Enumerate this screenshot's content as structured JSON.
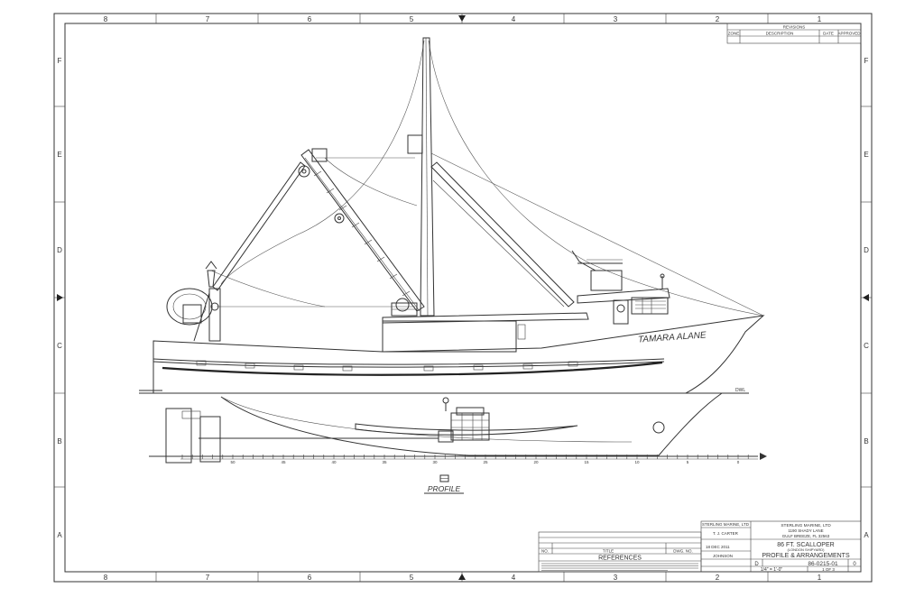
{
  "border": {
    "top_cols": [
      "8",
      "7",
      "6",
      "5",
      "4",
      "3",
      "2",
      "1"
    ],
    "bottom_cols": [
      "8",
      "7",
      "6",
      "5",
      "4",
      "3",
      "2",
      "1"
    ],
    "left_rows": [
      "F",
      "E",
      "D",
      "C",
      "B",
      "A"
    ],
    "right_rows": [
      "F",
      "E",
      "D",
      "C",
      "B",
      "A"
    ]
  },
  "revisions": {
    "title": "REVISIONS",
    "col_zone": "ZONE",
    "col_description": "DESCRIPTION",
    "col_date": "DATE",
    "col_approved": "APPROVED"
  },
  "vessel": {
    "name": "TAMARA ALANE",
    "dwl_label": "DWL",
    "station_labels": [
      "50",
      "45",
      "40",
      "35",
      "30",
      "25",
      "20",
      "15",
      "10",
      "5",
      "0"
    ]
  },
  "view": {
    "marker": "",
    "label": "PROFILE"
  },
  "references": {
    "title": "REFERENCES",
    "col_no": "NO.",
    "col_title": "TITLE",
    "col_dwg": "DWG. NO."
  },
  "title_block": {
    "company_small": "STERLING MARINE, LTD",
    "drawn_by": "T. J. CARTER",
    "date": "18 DEC 2011",
    "checked": "JOHNSON",
    "company": "STERLING MARINE, LTD",
    "address1": "1190 SHADY LANE",
    "address2": "GULF BREEZE, FL 32563",
    "project": "86 FT. SCALLOPER",
    "project_sub": "(LONDON SHIPYARD)",
    "drawing_title": "PROFILE & ARRANGEMENTS",
    "size": "D",
    "dwg_no": "86-0215-01",
    "rev": "0",
    "scale": "1/4\" = 1'-0\"",
    "sheet": "1 OF 3"
  }
}
